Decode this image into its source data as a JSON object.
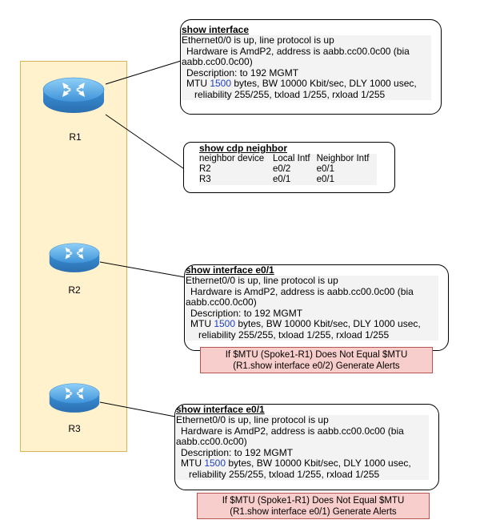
{
  "routers": [
    {
      "label": "R1"
    },
    {
      "label": "R2"
    },
    {
      "label": "R3"
    }
  ],
  "show_interface_r1": {
    "title": "show interface",
    "line1": "Ethernet0/0 is up, line protocol is up",
    "line2": "Hardware is AmdP2, address is aabb.cc00.0c00 (bia",
    "line3": "aabb.cc00.0c00)",
    "line4": "Description: to 192 MGMT",
    "mtu_prefix": "MTU ",
    "mtu_value": "1500",
    "mtu_suffix": " bytes, BW 10000 Kbit/sec, DLY 1000 usec,",
    "line6": "reliability 255/255, txload 1/255, rxload 1/255"
  },
  "cdp": {
    "title": "show cdp neighbor",
    "headers": [
      "neighbor device",
      "Local Intf",
      "Neighbor Intf"
    ],
    "rows": [
      [
        "R2",
        "e0/2",
        "e0/1"
      ],
      [
        "R3",
        "e0/1",
        "e0/1"
      ]
    ]
  },
  "show_interface_r2": {
    "title": "show interface e0/1",
    "line1": "Ethernet0/0 is up, line protocol is up",
    "line2": "Hardware is AmdP2, address is aabb.cc00.0c00 (bia",
    "line3": "aabb.cc00.0c00)",
    "line4": "Description: to 192 MGMT",
    "mtu_prefix": "MTU ",
    "mtu_value": "1500",
    "mtu_suffix": " bytes, BW 10000 Kbit/sec, DLY 1000 usec,",
    "line6": "reliability 255/255, txload 1/255, rxload 1/255"
  },
  "alert_r2": {
    "line1": "If  $MTU (Spoke1-R1) Does Not Equal  $MTU",
    "line2": "(R1.show interface e0/2) Generate Alerts"
  },
  "show_interface_r3": {
    "title": "show interface e0/1",
    "line1": "Ethernet0/0 is up, line protocol is up",
    "line2": "Hardware is AmdP2, address is aabb.cc00.0c00 (bia",
    "line3": "aabb.cc00.0c00)",
    "line4": "Description: to 192 MGMT",
    "mtu_prefix": "MTU ",
    "mtu_value": "1500",
    "mtu_suffix": " bytes, BW 10000 Kbit/sec, DLY 1000 usec,",
    "line6": "reliability 255/255, txload 1/255, rxload 1/255"
  },
  "alert_r3": {
    "line1": "If  $MTU (Spoke1-R1) Does Not Equal  $MTU",
    "line2": "(R1.show interface e0/1) Generate Alerts"
  },
  "colors": {
    "panel_fill": "#fff2cc",
    "panel_border": "#d6b656",
    "alert_fill": "#f8cecc",
    "alert_border": "#b85450",
    "mtu_value": "#1f3fc4",
    "router_body": "#5aa9e6"
  },
  "icons": [
    "router-icon"
  ]
}
